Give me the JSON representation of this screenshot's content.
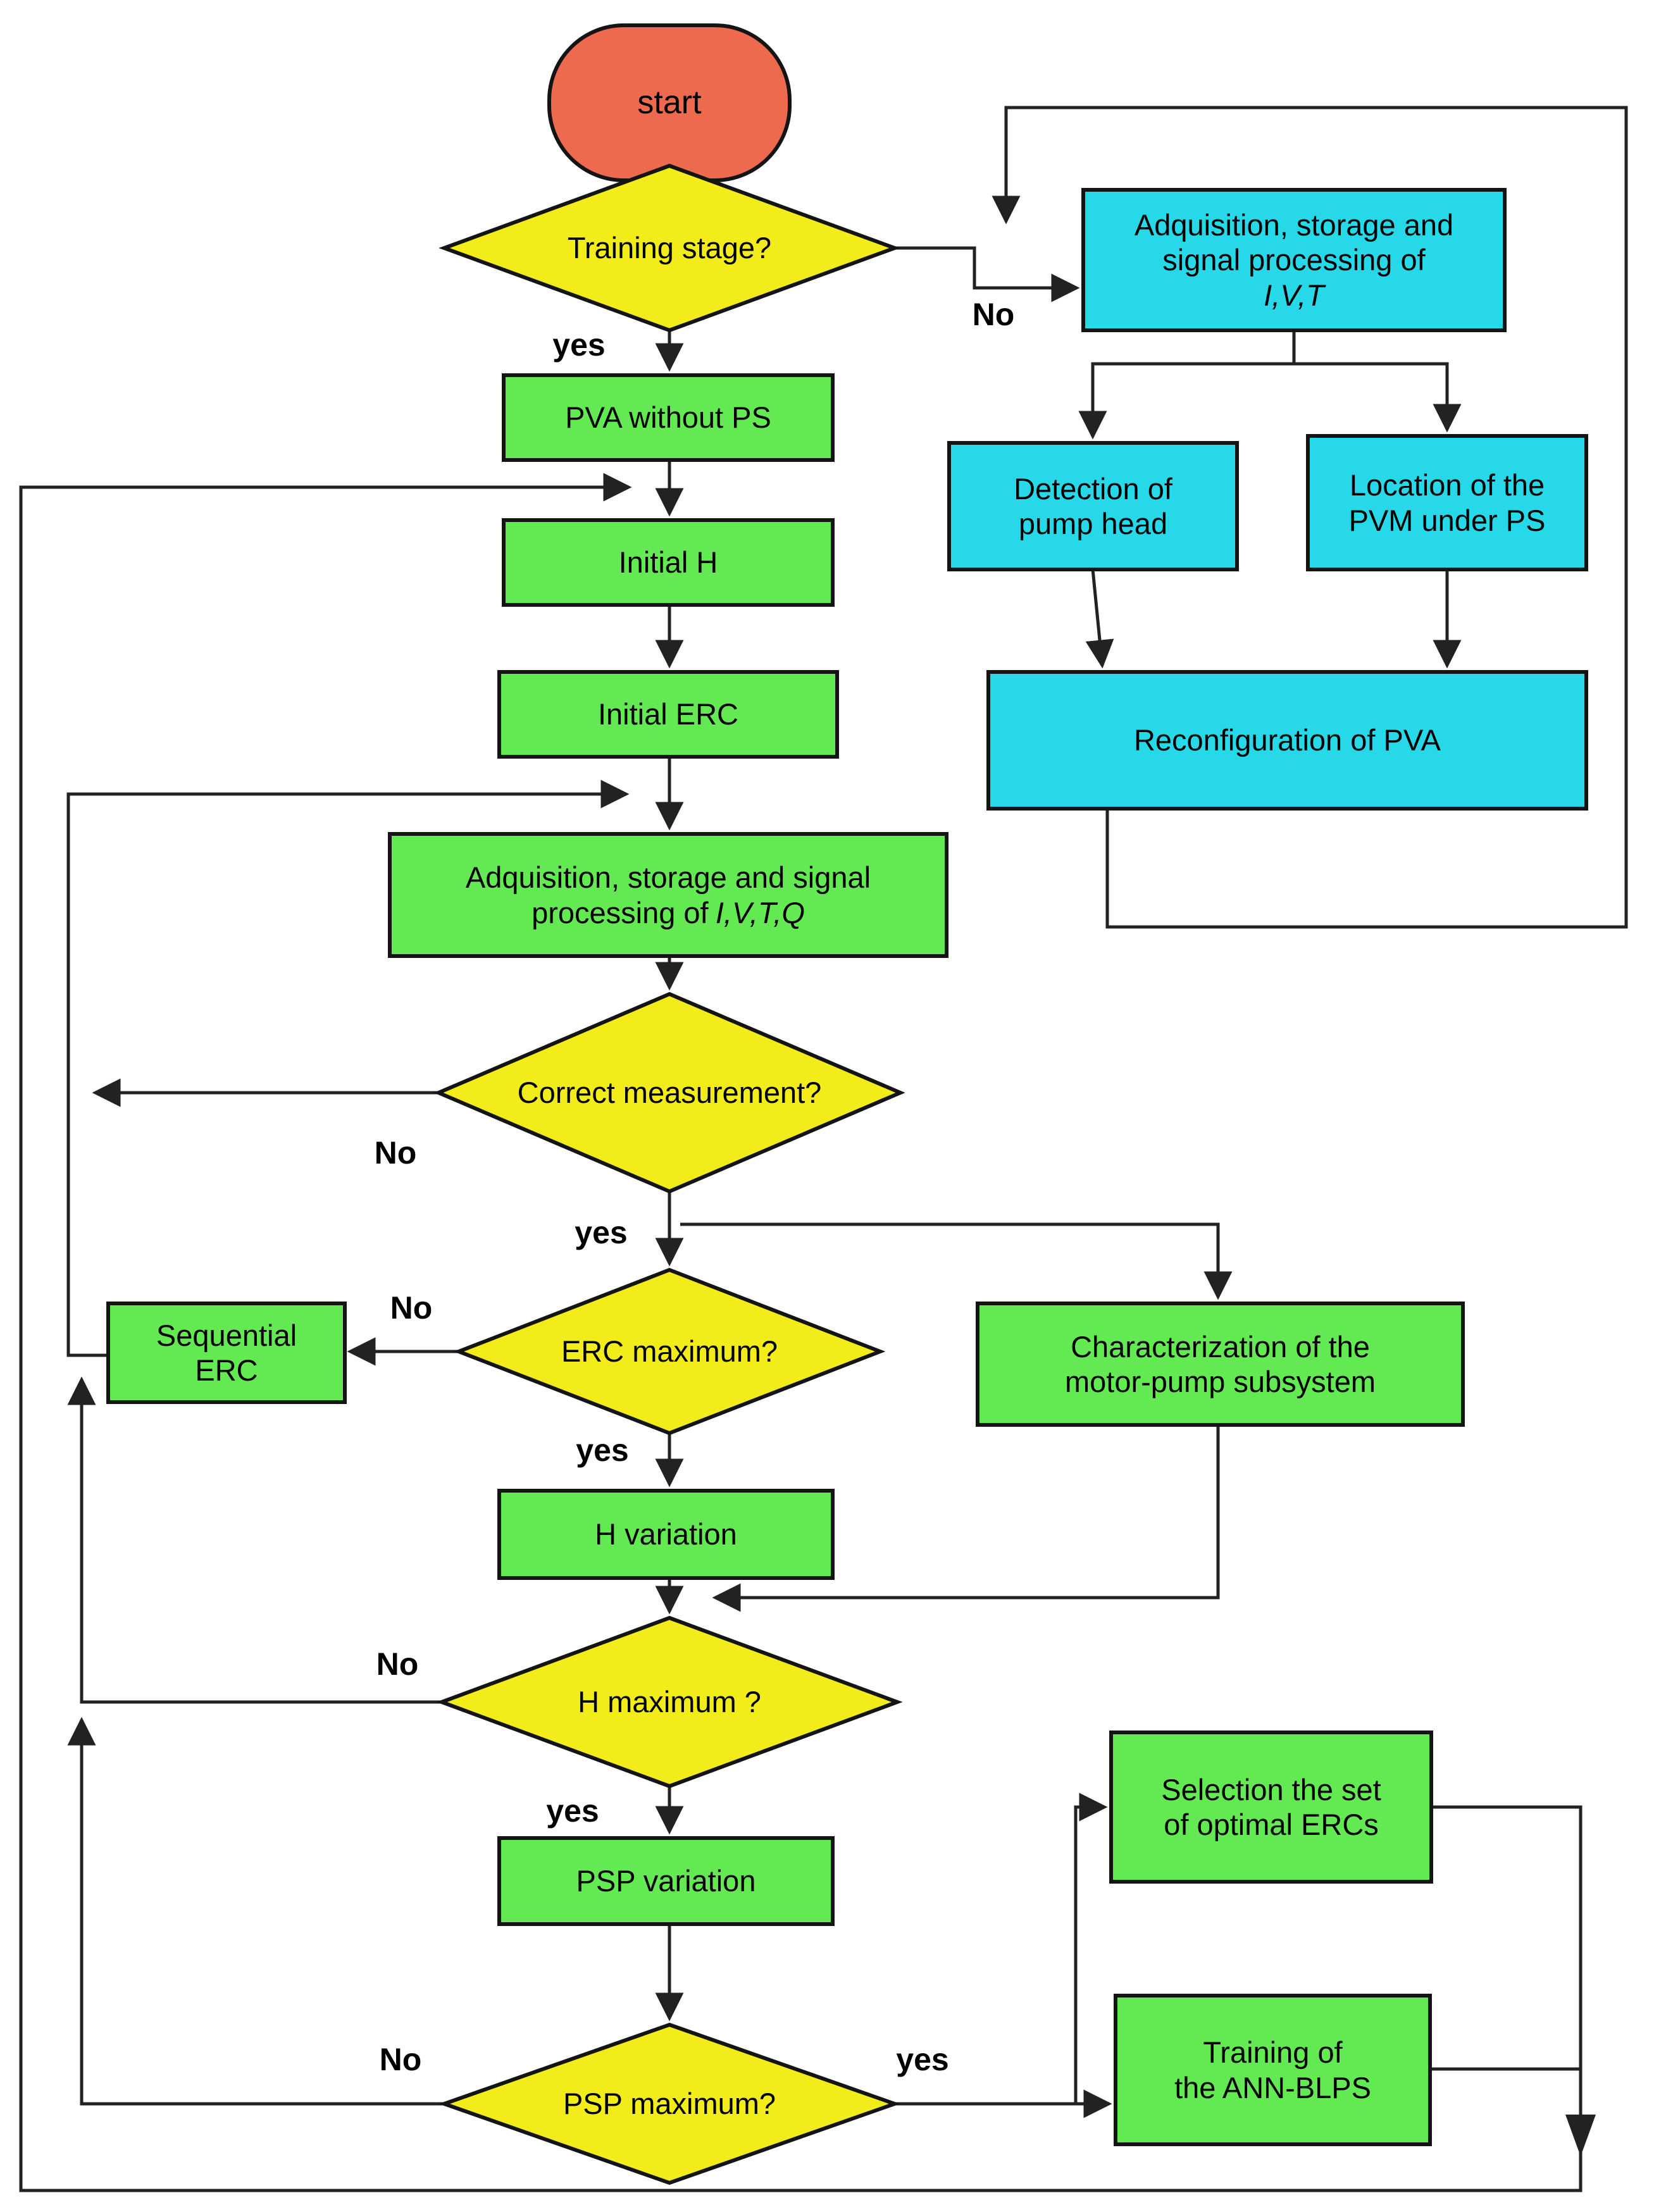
{
  "diagram_type": "flowchart",
  "colors": {
    "start": "#ee6a4f",
    "decision": "#f2ed1a",
    "process": "#63ea52",
    "io": "#26d8e8",
    "line": "#222222",
    "border": "#141414",
    "text": "#000000",
    "bg": "#ffffff"
  },
  "nodes": {
    "start": {
      "label": "start",
      "type": "terminator"
    },
    "training_stage": {
      "label": "Training stage?",
      "type": "decision"
    },
    "acq_ivt": {
      "line1": "Adquisition, storage and",
      "line2": "signal processing of",
      "formula": "I,V,T",
      "type": "io"
    },
    "pva_without_ps": {
      "label": "PVA without PS",
      "type": "process"
    },
    "detection": {
      "line1": "Detection of",
      "line2": "pump head",
      "type": "io"
    },
    "location": {
      "line1": "Location of the",
      "line2": "PVM under PS",
      "type": "io"
    },
    "initial_h": {
      "label": "Initial H",
      "type": "process"
    },
    "reconfiguration": {
      "label": "Reconfiguration of PVA",
      "type": "io"
    },
    "initial_erc": {
      "label": "Initial ERC",
      "type": "process"
    },
    "acq_ivtq": {
      "line1": "Adquisition, storage and signal",
      "line2": "processing of",
      "formula": "I,V,T,Q",
      "type": "process"
    },
    "correct_measurement": {
      "label": "Correct measurement?",
      "type": "decision"
    },
    "erc_maximum": {
      "label": "ERC maximum?",
      "type": "decision"
    },
    "sequential_erc": {
      "line1": "Sequential",
      "line2": "ERC",
      "type": "process"
    },
    "characterization": {
      "line1": "Characterization of the",
      "line2": "motor-pump subsystem",
      "type": "process"
    },
    "h_variation": {
      "label": "H variation",
      "type": "process"
    },
    "h_maximum": {
      "label": "H maximum ?",
      "type": "decision"
    },
    "psp_variation": {
      "label": "PSP variation",
      "type": "process"
    },
    "psp_maximum": {
      "label": "PSP maximum?",
      "type": "decision"
    },
    "selection": {
      "line1": "Selection the set",
      "line2": "of optimal ERCs",
      "type": "process"
    },
    "training_ann": {
      "line1": "Training of",
      "line2": "the ANN-BLPS",
      "type": "process"
    }
  },
  "edge_labels": {
    "training_yes": "yes",
    "training_no": "No",
    "correct_no": "No",
    "correct_yes": "yes",
    "erc_no": "No",
    "erc_yes": "yes",
    "h_no": "No",
    "h_yes": "yes",
    "psp_no": "No",
    "psp_yes": "yes"
  }
}
